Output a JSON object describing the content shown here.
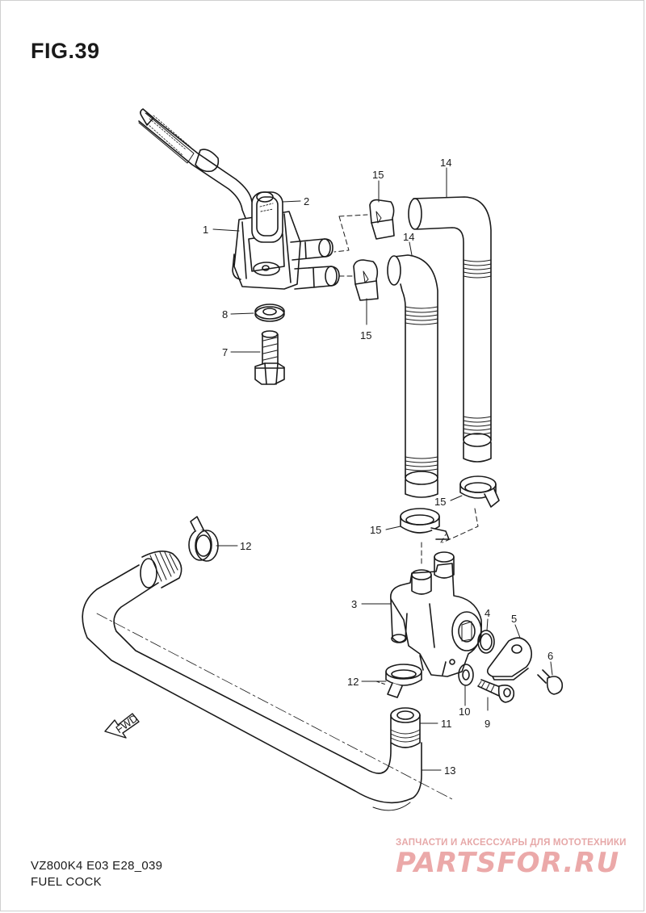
{
  "figure": {
    "title": "FIG.39"
  },
  "footer": {
    "model_code": "VZ800K4 E03 E28_039",
    "part_name": "FUEL COCK"
  },
  "watermark": {
    "tagline": "ЗАПЧАСТИ И АКСЕССУАРЫ ДЛЯ МОТОТЕХНИКИ",
    "logo": "PARTSFOR.RU"
  },
  "arrow": {
    "text": "FWD"
  },
  "callouts": {
    "p1": "1",
    "p2": "2",
    "p3": "3",
    "p4": "4",
    "p5": "5",
    "p6": "6",
    "p7": "7",
    "p8": "8",
    "p9": "9",
    "p10": "10",
    "p11": "11",
    "p12a": "12",
    "p12b": "12",
    "p13": "13",
    "p14a": "14",
    "p14b": "14",
    "p15a": "15",
    "p15b": "15",
    "p15c": "15",
    "p15d": "15"
  },
  "colors": {
    "line": "#1a1a1a",
    "watermark": "#e6a8a8"
  }
}
